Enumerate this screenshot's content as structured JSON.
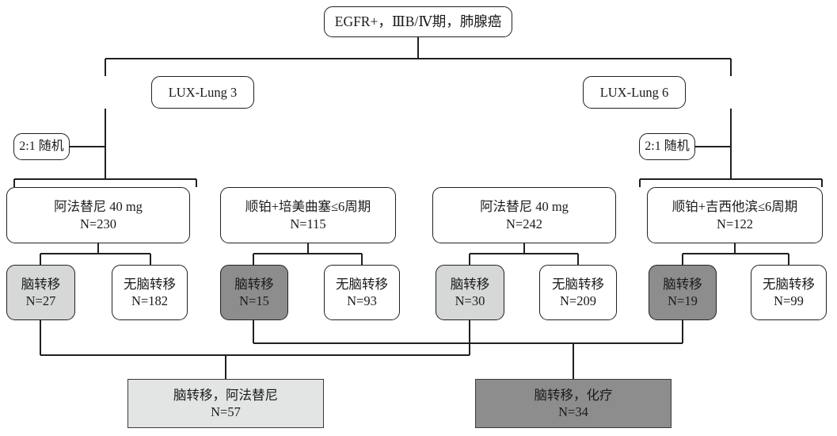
{
  "diagram": {
    "title": "EGFR+ NSCLC afatinib vs chemotherapy brain metastases flow diagram",
    "colors": {
      "line": "#231f20",
      "light_gray": "#d6d7d7",
      "dark_gray": "#8d8d8d",
      "summary_light": "#e3e4e4",
      "summary_dark": "#8d8d8d",
      "background": "#ffffff"
    },
    "root": {
      "label": "EGFR+，ⅢB/Ⅳ期，肺腺癌"
    },
    "studies": [
      {
        "label": "LUX-Lung 3"
      },
      {
        "label": "LUX-Lung 6"
      }
    ],
    "randomization": [
      {
        "label": "2:1 随机"
      },
      {
        "label": "2:1 随机"
      }
    ],
    "arms": [
      {
        "name": "阿法替尼 40 mg",
        "n": "N=230"
      },
      {
        "name": "顺铂+培美曲塞≤6周期",
        "n": "N=115"
      },
      {
        "name": "阿法替尼 40 mg",
        "n": "N=242"
      },
      {
        "name": "顺铂+吉西他滨≤6周期",
        "n": "N=122"
      }
    ],
    "outcomes": [
      {
        "name": "脑转移",
        "n": "N=27",
        "fill": "light"
      },
      {
        "name": "无脑转移",
        "n": "N=182",
        "fill": "white"
      },
      {
        "name": "脑转移",
        "n": "N=15",
        "fill": "dark"
      },
      {
        "name": "无脑转移",
        "n": "N=93",
        "fill": "white"
      },
      {
        "name": "脑转移",
        "n": "N=30",
        "fill": "light"
      },
      {
        "name": "无脑转移",
        "n": "N=209",
        "fill": "white"
      },
      {
        "name": "脑转移",
        "n": "N=19",
        "fill": "dark"
      },
      {
        "name": "无脑转移",
        "n": "N=99",
        "fill": "white"
      }
    ],
    "summaries": [
      {
        "name": "脑转移，阿法替尼",
        "n": "N=57",
        "fill": "summary_light"
      },
      {
        "name": "脑转移，化疗",
        "n": "N=34",
        "fill": "summary_dark"
      }
    ]
  }
}
